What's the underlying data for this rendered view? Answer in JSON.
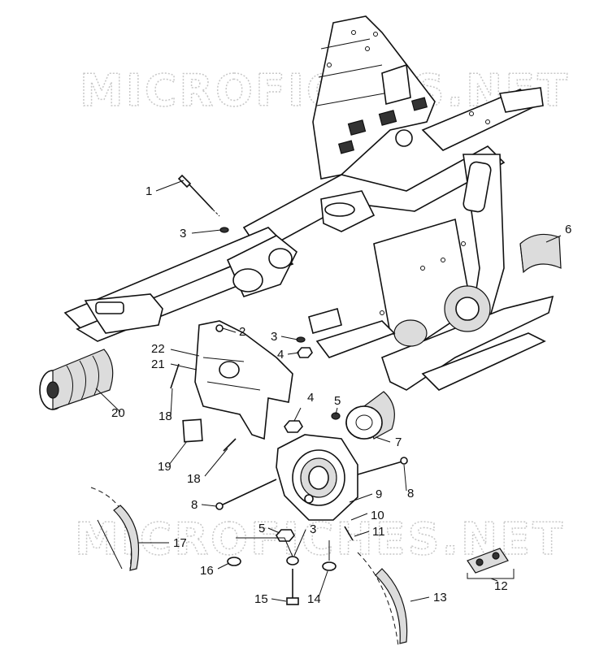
{
  "watermark": {
    "text": "MICROFICHES.NET"
  },
  "callouts": [
    {
      "key": "1",
      "label": "1"
    },
    {
      "key": "2",
      "label": "2"
    },
    {
      "key": "3a",
      "label": "3"
    },
    {
      "key": "3b",
      "label": "3"
    },
    {
      "key": "3c",
      "label": "3"
    },
    {
      "key": "4a",
      "label": "4"
    },
    {
      "key": "4b",
      "label": "4"
    },
    {
      "key": "5a",
      "label": "5"
    },
    {
      "key": "5b",
      "label": "5"
    },
    {
      "key": "6",
      "label": "6"
    },
    {
      "key": "7",
      "label": "7"
    },
    {
      "key": "8a",
      "label": "8"
    },
    {
      "key": "8b",
      "label": "8"
    },
    {
      "key": "9",
      "label": "9"
    },
    {
      "key": "10",
      "label": "10"
    },
    {
      "key": "11",
      "label": "11"
    },
    {
      "key": "12",
      "label": "12"
    },
    {
      "key": "13",
      "label": "13"
    },
    {
      "key": "14",
      "label": "14"
    },
    {
      "key": "15",
      "label": "15"
    },
    {
      "key": "16",
      "label": "16"
    },
    {
      "key": "17",
      "label": "17"
    },
    {
      "key": "18a",
      "label": "18"
    },
    {
      "key": "18b",
      "label": "18"
    },
    {
      "key": "19",
      "label": "19"
    },
    {
      "key": "20",
      "label": "20"
    },
    {
      "key": "21",
      "label": "21"
    },
    {
      "key": "22",
      "label": "22"
    }
  ]
}
